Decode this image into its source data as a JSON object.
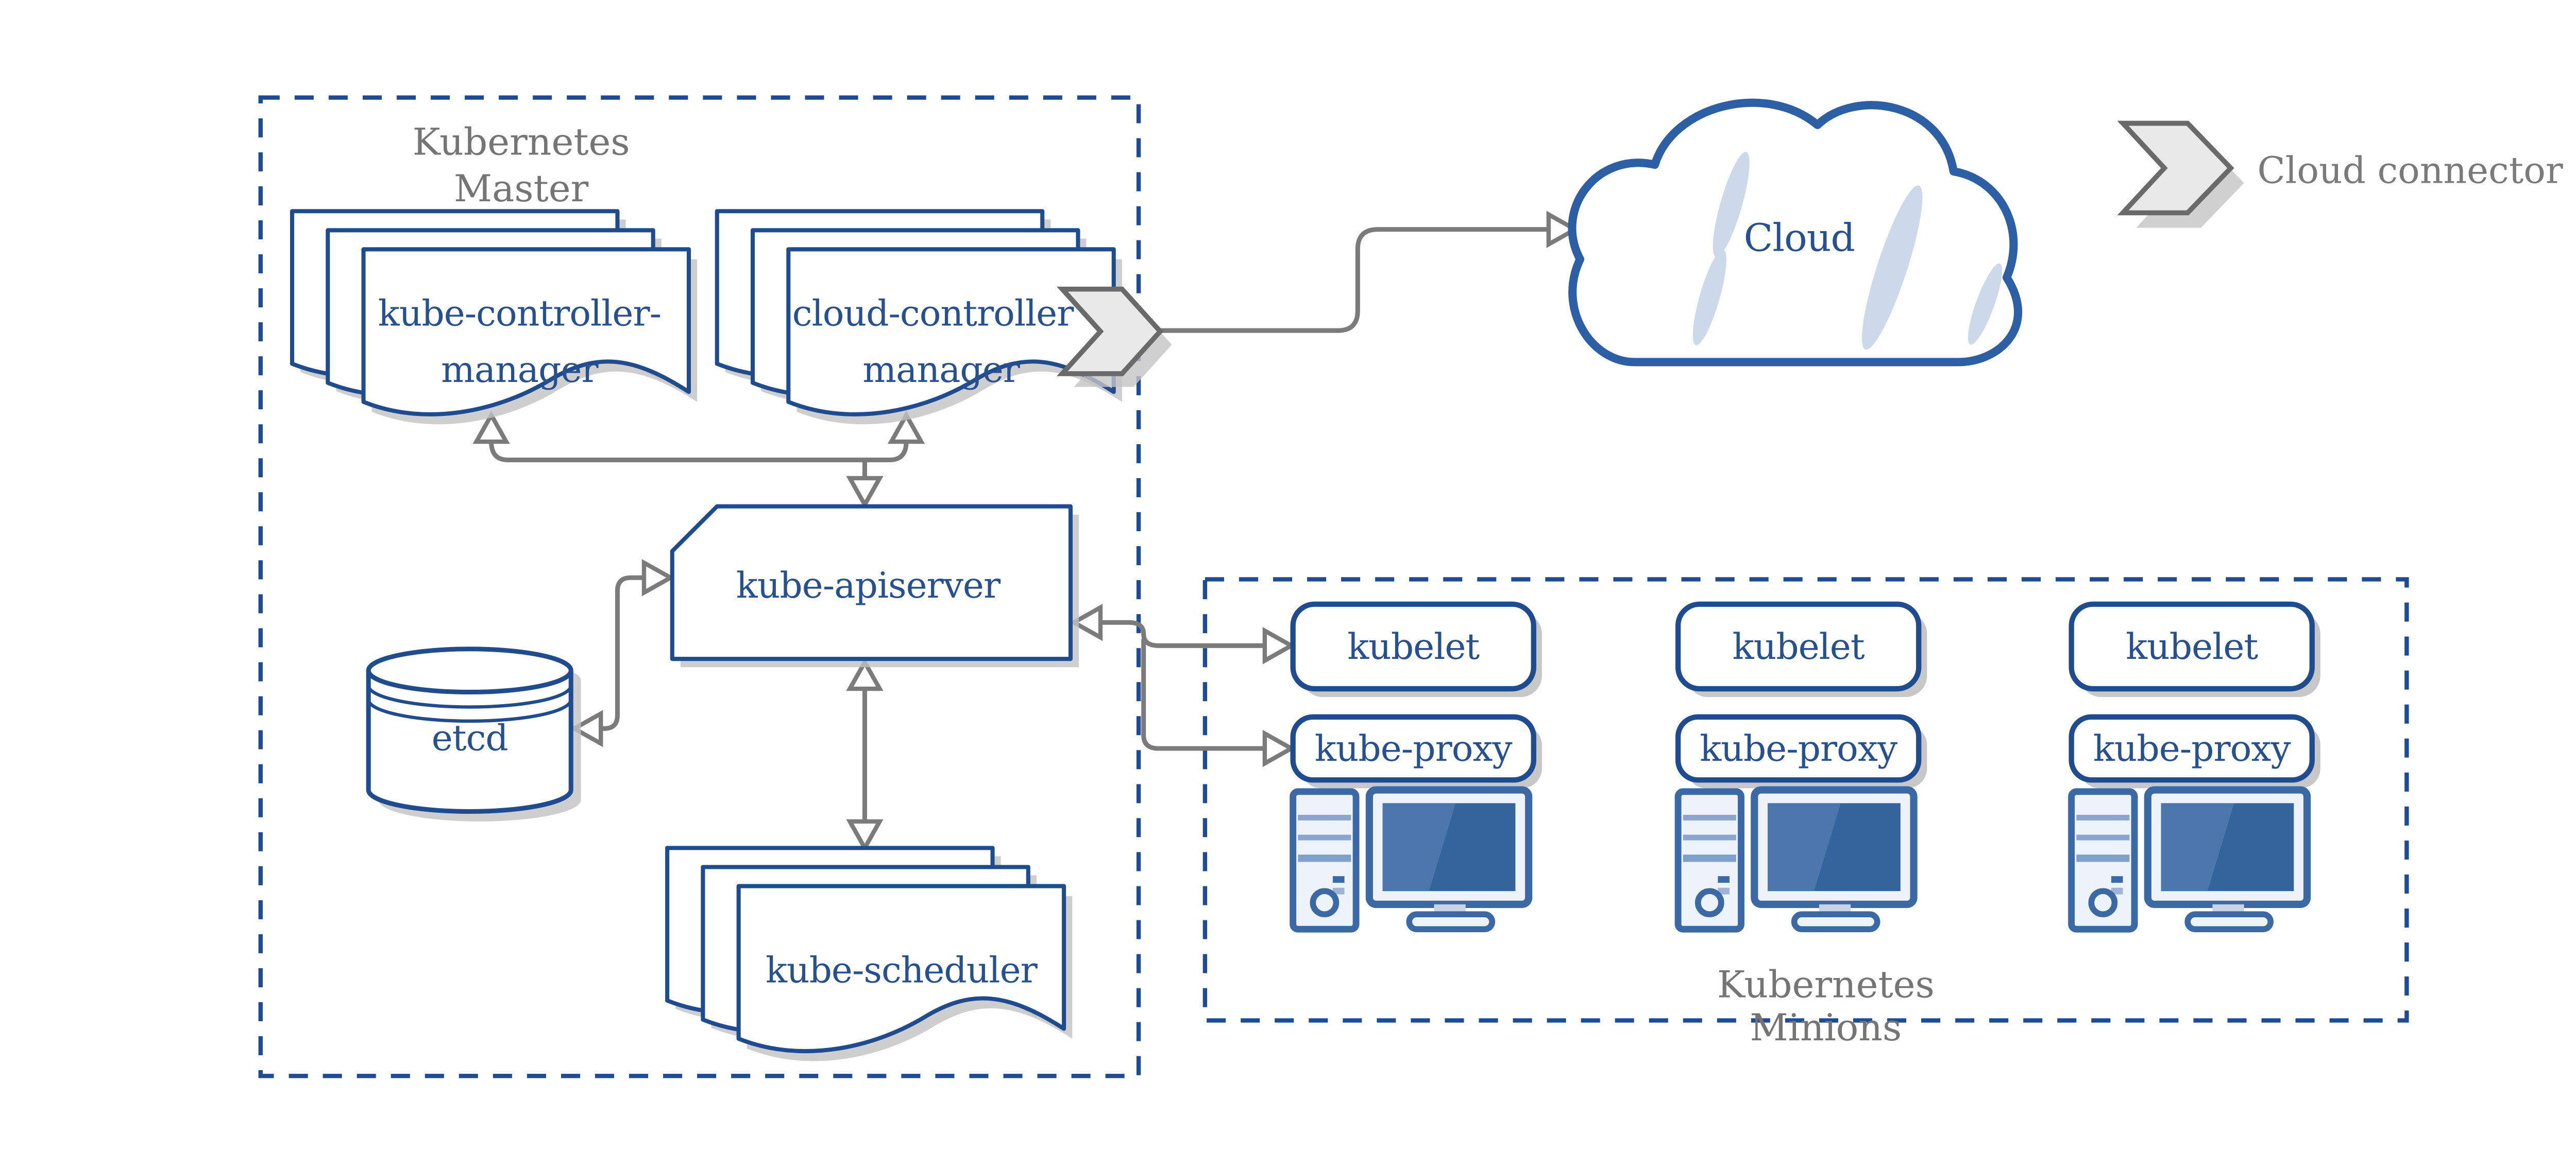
{
  "legend": {
    "cloud_connector_label": "Cloud connector"
  },
  "cloud": {
    "label": "Cloud"
  },
  "master": {
    "title_line1": "Kubernetes",
    "title_line2": "Master",
    "kube_controller_manager_line1": "kube-controller-",
    "kube_controller_manager_line2": "manager",
    "cloud_controller_manager_line1": "cloud-controller",
    "cloud_controller_manager_line2": "manager",
    "kube_apiserver_label": "kube-apiserver",
    "etcd_label": "etcd",
    "kube_scheduler_label": "kube-scheduler"
  },
  "minions": {
    "title_line1": "Kubernetes",
    "title_line2": "Minions",
    "nodes": [
      {
        "kubelet": "kubelet",
        "kube_proxy": "kube-proxy"
      },
      {
        "kubelet": "kubelet",
        "kube_proxy": "kube-proxy"
      },
      {
        "kubelet": "kubelet",
        "kube_proxy": "kube-proxy"
      }
    ]
  },
  "colors": {
    "border_blue": "#1f4c8f",
    "text_blue": "#27508f",
    "dashed_blue": "#1e4c94",
    "connector_gray": "#7b7b7b",
    "title_gray": "#757575",
    "icon_blue": "#3a69a5",
    "screen_blue": "#35639b",
    "shadow_gray": "#bdbdbd",
    "cloud_highlight": "#ccd9ea"
  }
}
